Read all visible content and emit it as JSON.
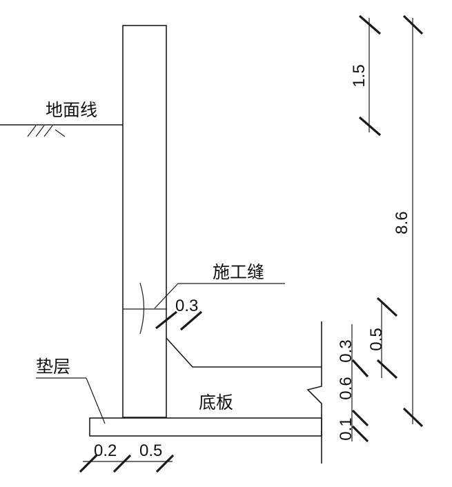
{
  "labels": {
    "ground_line": "地面线",
    "construction_joint": "施工缝",
    "cushion_layer": "垫层",
    "bottom_slab": "底板"
  },
  "dimensions": {
    "top_segment": "1.5",
    "total_height": "8.6",
    "joint_offset": "0.3",
    "haunch_upper": "0.3",
    "haunch_offset": "0.5",
    "slab_mid": "0.6",
    "cushion_thickness": "0.1",
    "cushion_overhang": "0.2",
    "wall_to_edge": "0.5"
  }
}
